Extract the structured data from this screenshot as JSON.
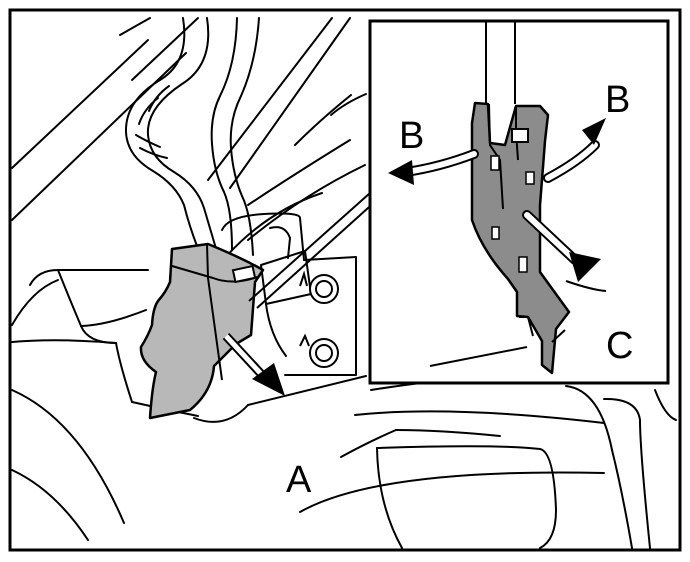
{
  "labels": {
    "main_a": "A",
    "inset_b_left": "B",
    "inset_b_right": "B",
    "inset_c": "C"
  },
  "colors": {
    "stroke": "#000000",
    "background": "#ffffff",
    "main_part_fill": "#b8b8b8",
    "inset_part_fill": "#8c8c8c"
  }
}
